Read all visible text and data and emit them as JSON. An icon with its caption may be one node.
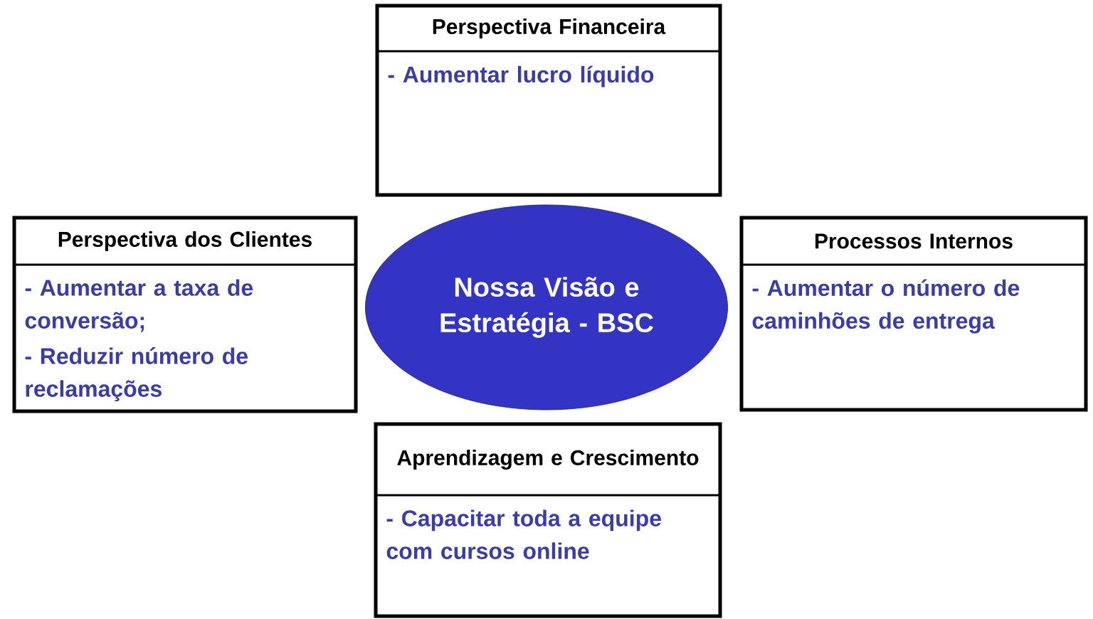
{
  "diagram": {
    "nodes": [
      {
        "text": [
          "Nossa Visão e Estratégia - BSC"
        ]
      },
      {
        "text": [
          "Perspectiva Financeira",
          "- Aumentar lucro líquido"
        ]
      },
      {
        "text": [
          "Perspectiva dos Clientes",
          "- Aumentar a taxa de conversão;",
          "- Reduzir número de reclamações"
        ]
      },
      {
        "text": [
          "Processos Internos",
          "- Aumentar o número de caminhões de entrega"
        ]
      },
      {
        "text": [
          "Aprendizagem e Crescimento",
          "- Capacitar toda a equipe com cursos online"
        ]
      }
    ]
  }
}
